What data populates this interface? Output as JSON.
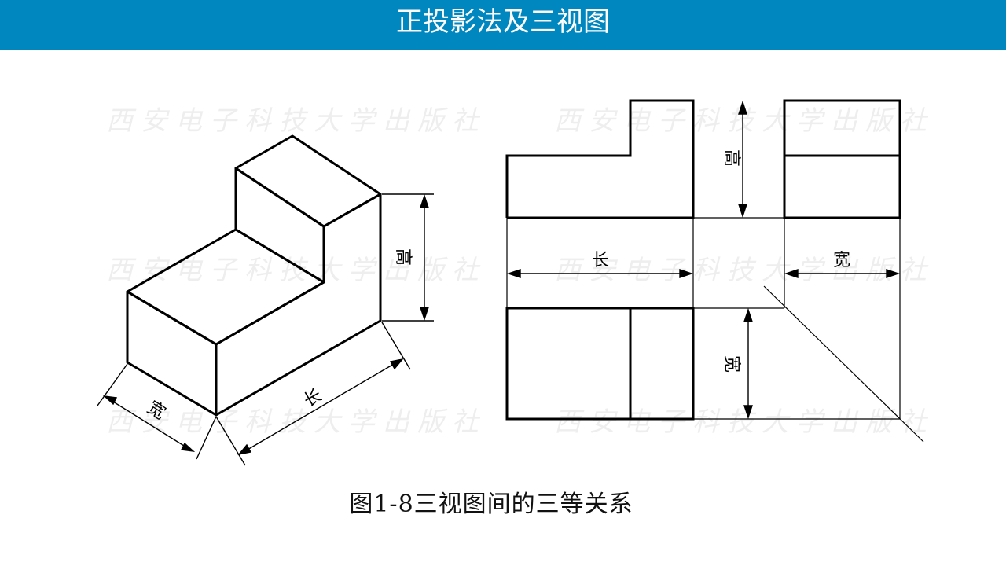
{
  "header": {
    "title": "正投影法及三视图"
  },
  "figure": {
    "caption": "图1-8三视图间的三等关系",
    "watermark": "西安电子科技大学出版社",
    "labels": {
      "height": "高",
      "length": "长",
      "width": "宽"
    }
  },
  "colors": {
    "header_bg": "#0087c0",
    "header_text": "#ffffff",
    "line": "#000000"
  }
}
